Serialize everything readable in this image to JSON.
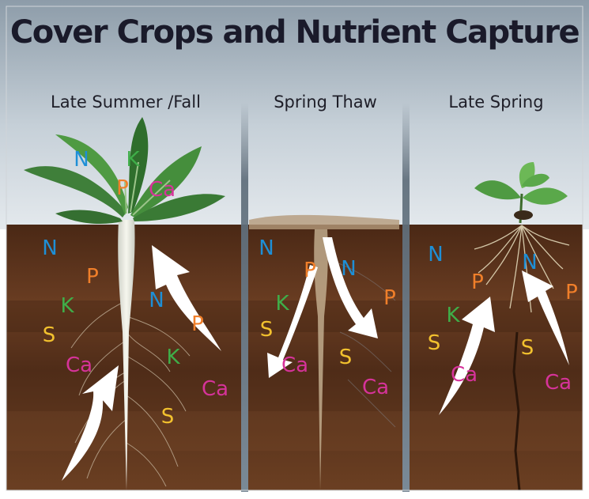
{
  "title": "Cover Crops and Nutrient Capture",
  "panels": [
    {
      "label": "Late Summer /Fall",
      "leaf_nutrients": [
        "N",
        "K",
        "P",
        "Ca"
      ],
      "soil_nutrients": [
        "N",
        "P",
        "K",
        "S",
        "Ca",
        "N",
        "P",
        "K",
        "Ca",
        "S"
      ]
    },
    {
      "label": "Spring Thaw",
      "soil_nutrients": [
        "N",
        "P",
        "N",
        "K",
        "S",
        "Ca",
        "S",
        "P",
        "Ca"
      ]
    },
    {
      "label": "Late Spring",
      "soil_nutrients": [
        "N",
        "P",
        "K",
        "S",
        "Ca",
        "N",
        "P",
        "S",
        "Ca"
      ]
    }
  ],
  "nutrient_colors": {
    "N": "#1e8fd6",
    "P": "#f07f2a",
    "K": "#3fae49",
    "S": "#f2c12e",
    "Ca": "#d6339a"
  },
  "colors": {
    "sky_top": "#8a9aa8",
    "sky_bottom": "#e3e8ec",
    "soil": "#5a321b",
    "arrow": "#ffffff"
  }
}
